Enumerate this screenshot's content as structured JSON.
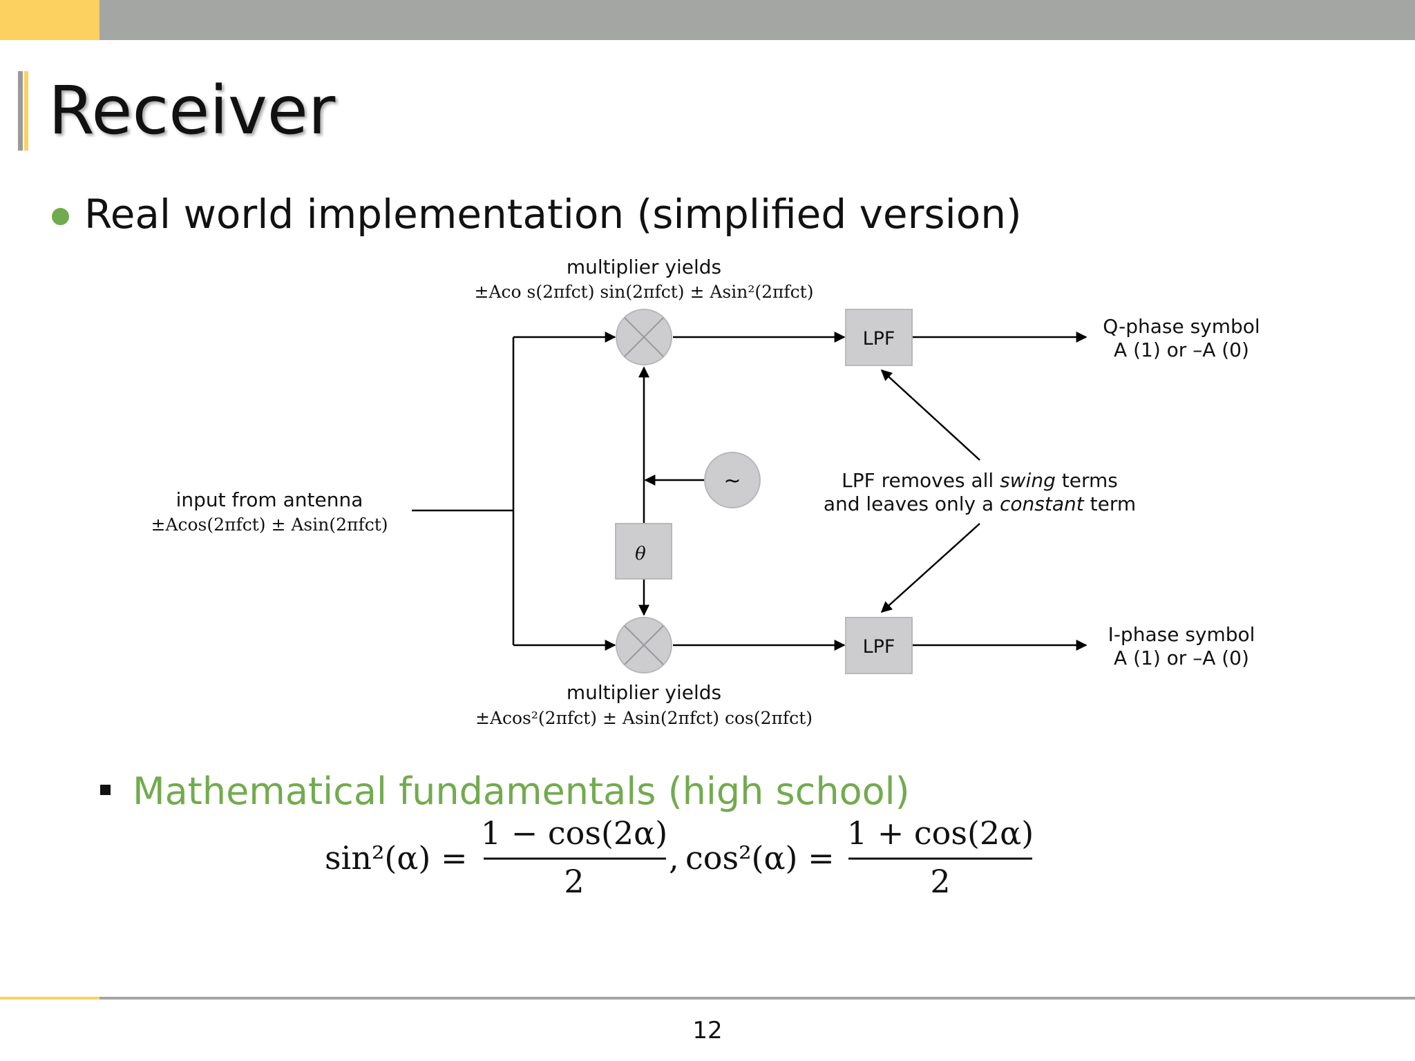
{
  "slide": {
    "title": "Receiver",
    "bullet": "Real world implementation (simplified version)",
    "sub_bullet": "Mathematical fundamentals (high school)",
    "page_number": "12"
  },
  "diagram": {
    "input_label": "input from antenna",
    "input_formula": "±Acos(2πfᴄt) ± Asin(2πfᴄt)",
    "top_mult_label": "multiplier yields",
    "top_mult_formula": "±Aco s(2πfᴄt) sin(2πfᴄt) ± Asin²(2πfᴄt)",
    "bottom_mult_label": "multiplier yields",
    "bottom_mult_formula": "±Acos²(2πfᴄt) ± Asin(2πfᴄt) cos(2πfᴄt)",
    "lpf_label": "LPF",
    "oscillator_symbol": "~",
    "phase_symbol": "θ",
    "q_output_line1": "Q-phase symbol",
    "q_output_line2": "A (1) or –A (0)",
    "i_output_line1": "I-phase symbol",
    "i_output_line2": "A (1) or –A (0)",
    "note_line1_a": "LPF removes all ",
    "note_line1_em": "swing",
    "note_line1_b": " terms",
    "note_line2_a": "and leaves only a ",
    "note_line2_em": "constant",
    "note_line2_b": " term"
  },
  "formula": {
    "lhs1": "sin²(α) =",
    "num1": "1 − cos(2α)",
    "den1": "2",
    "sep": ",",
    "lhs2": "cos²(α) =",
    "num2": "1 + cos(2α)",
    "den2": "2"
  },
  "colors": {
    "accent_yellow": "#fdd160",
    "bar_grey": "#a4a6a3",
    "bullet_green": "#72ab4e",
    "block_grey": "#cfcfcf"
  }
}
